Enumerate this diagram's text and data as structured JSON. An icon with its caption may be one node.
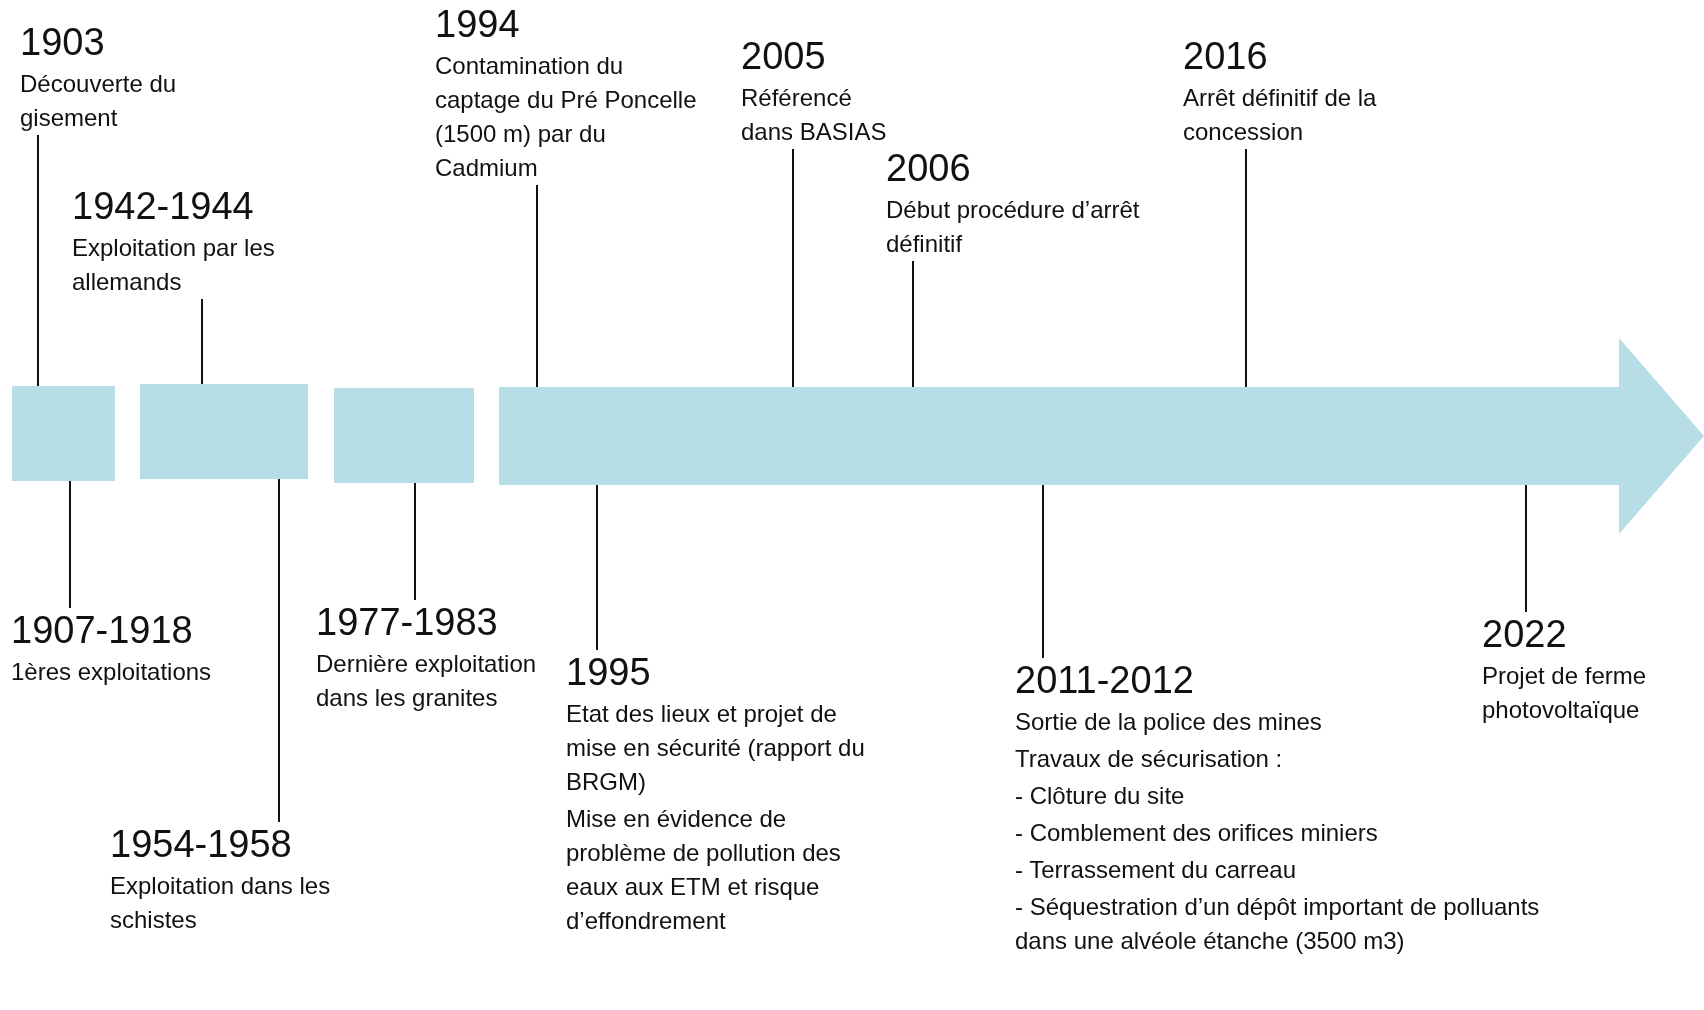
{
  "diagram": {
    "nodes": [
      {
        "text": [],
        "shape": "bar"
      },
      {
        "text": [],
        "shape": "bar"
      },
      {
        "text": [],
        "shape": "bar"
      },
      {
        "text": [],
        "shape": "arrow"
      },
      {
        "text": [
          "1903",
          "Découverte du gisement"
        ]
      },
      {
        "text": [
          "1942-1944",
          "Exploitation par les allemands"
        ]
      },
      {
        "text": [
          "1994",
          "Contamination du captage du Pré Poncelle (1500 m) par du Cadmium"
        ]
      },
      {
        "text": [
          "2005",
          "Référencé dans BASIAS"
        ]
      },
      {
        "text": [
          "2006",
          "Début procédure d’arrêt définitif"
        ]
      },
      {
        "text": [
          "2016",
          "Arrêt définitif de la concession"
        ]
      },
      {
        "text": [
          "1907-1918",
          "1ères exploitations"
        ]
      },
      {
        "text": [
          "1954-1958",
          "Exploitation dans les schistes"
        ]
      },
      {
        "text": [
          "1977-1983",
          "Dernière exploitation dans les granites"
        ]
      },
      {
        "text": [
          "1995",
          "Etat des lieux et projet de mise en sécurité (rapport du BRGM)",
          "Mise en évidence de problème de pollution des eaux aux ETM et risque d’effondrement"
        ]
      },
      {
        "text": [
          "2011-2012",
          "Sortie de la police des mines",
          "Travaux de sécurisation :",
          "- Clôture du site",
          "- Comblement des orifices miniers",
          "- Terrassement du carreau",
          "- Séquestration d’un dépôt important de polluants dans une alvéole étanche (3500 m3)"
        ]
      },
      {
        "text": [
          "2022",
          "Projet de ferme photovoltaïque"
        ]
      }
    ],
    "edges": [
      {
        "from": 4,
        "to": 0,
        "arrow": "none"
      },
      {
        "from": 5,
        "to": 1,
        "arrow": "none"
      },
      {
        "from": 6,
        "to": 3,
        "arrow": "none"
      },
      {
        "from": 7,
        "to": 3,
        "arrow": "none"
      },
      {
        "from": 8,
        "to": 3,
        "arrow": "none"
      },
      {
        "from": 9,
        "to": 3,
        "arrow": "none"
      },
      {
        "from": 10,
        "to": 0,
        "arrow": "none"
      },
      {
        "from": 11,
        "to": 1,
        "arrow": "none"
      },
      {
        "from": 12,
        "to": 2,
        "arrow": "none"
      },
      {
        "from": 13,
        "to": 3,
        "arrow": "none"
      },
      {
        "from": 14,
        "to": 3,
        "arrow": "none"
      },
      {
        "from": 15,
        "to": 3,
        "arrow": "none"
      }
    ]
  }
}
